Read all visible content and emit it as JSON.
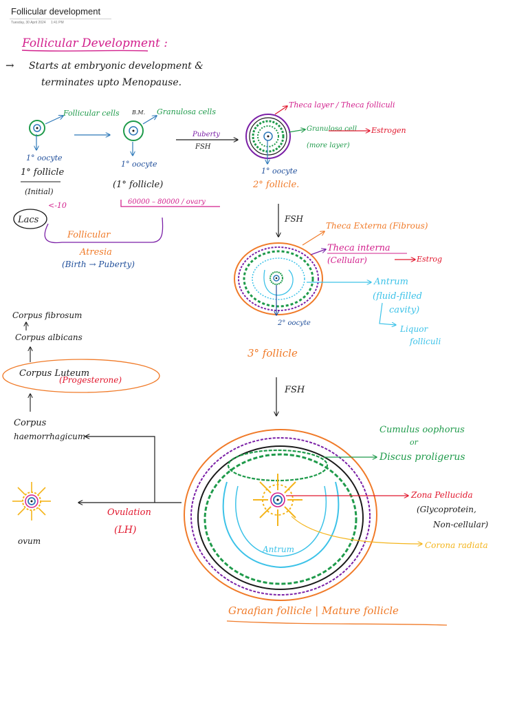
{
  "page": {
    "title": "Follicular development",
    "date": "Tuesday, 30 April 2024",
    "time": "1:41 PM"
  },
  "notes": {
    "heading": "Follicular Development :",
    "intro_line1": "Starts at embryonic development &",
    "intro_line2": "terminates upto Menopause.",
    "follicular_cells": "Follicular cells",
    "oocyte1": "1° oocyte",
    "primordial_follicle": "1° follicle",
    "primordial_sub": "(Initial)",
    "lacs": "Lacs",
    "lacs_num": "<-10",
    "bm": "B.M.",
    "granulosa_cells": "Granulosa cells",
    "oocyte2": "1° oocyte",
    "primary_follicle": "(1° follicle)",
    "puberty_label": "Puberty",
    "fsh1": "FSH",
    "count_range": "60000 – 80000 / ovary",
    "follicular_atresia1": "Follicular",
    "follicular_atresia2": "Atresia",
    "birth_puberty": "(Birth → Puberty)",
    "theca_layer": "Theca layer / Theca folliculi",
    "granulosa_cell2": "Granulosa cell",
    "more_layers": "(more layer)",
    "estrogen1": "Estrogen",
    "oocyte3": "1° oocyte",
    "secondary_follicle": "2° follicle.",
    "fsh2": "FSH",
    "theca_externa": "Theca Externa (Fibrous)",
    "theca_interna": "Theca interna",
    "cellular": "(Cellular)",
    "estrogen2": "Estrog",
    "antrum1": "Antrum",
    "fluid_filled": "(fluid-filled",
    "cavity": "cavity)",
    "liquor": "Liquor",
    "folliculi": "folliculi",
    "oocyte_secondary": "2° oocyte",
    "tertiary_follicle": "3° follicle",
    "fsh3": "FSH",
    "corpus_fibrosum": "Corpus fibrosum",
    "corpus_albicans": "Corpus albicans",
    "corpus_luteum": "Corpus Luteum",
    "progesterone": "(Progesterone)",
    "corpus_haem1": "Corpus",
    "corpus_haem2": "haemorrhagicum",
    "ovulation": "Ovulation",
    "lh": "(LH)",
    "ovum": "ovum",
    "cumulus1": "Cumulus oophorus",
    "cumulus_or": "or",
    "discus": "Discus proligerus",
    "zona": "Zona Pellucida",
    "glycoprotein": "(Glycoprotein,",
    "non_cellular": "Non-cellular)",
    "corona": "Corona radiata",
    "antrum2": "Antrum",
    "graafian": "Graafian follicle | Mature follicle"
  },
  "colors": {
    "pink": "#d21f8c",
    "blue": "#2b77b8",
    "navy": "#1f4e9a",
    "green": "#1e9a4a",
    "purple": "#7a1fa6",
    "orange": "#f07a28",
    "red": "#e1162c",
    "cyan": "#3cc2e8",
    "yellow": "#f4b41a",
    "black": "#1a1a1a"
  }
}
